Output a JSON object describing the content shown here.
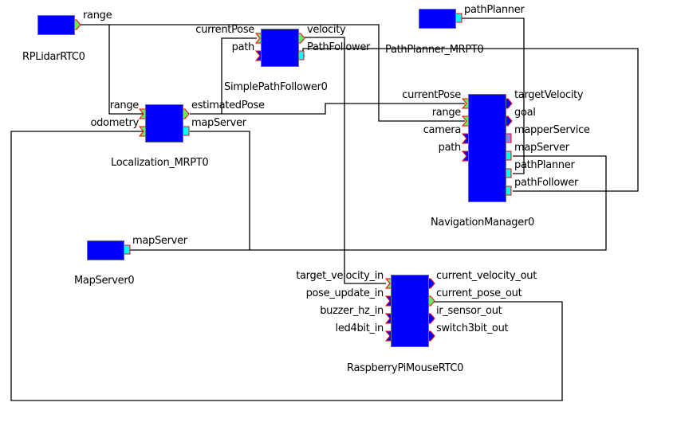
{
  "colors": {
    "component_body": "#0000ff",
    "component_border": "#707090",
    "connected_dataport": "#66ee66",
    "unconnected_dataport": "#0000ff",
    "service_port_connected": "#00ffff",
    "service_port_unconnected": "#8888ff",
    "port_border": "#ff0000",
    "wire": "#000000"
  },
  "components": {
    "rplidar": {
      "name": "RPLidarRTC0",
      "outports": [
        "range"
      ]
    },
    "pathplanner": {
      "name": "PathPlanner_MRPT0",
      "serviceports": [
        "pathPlanner"
      ]
    },
    "simplepathfollower": {
      "name": "SimplePathFollower0",
      "inports": [
        "currentPose",
        "path"
      ],
      "outports": [
        "velocity"
      ],
      "serviceports": [
        "PathFollower"
      ]
    },
    "localization": {
      "name": "Localization_MRPT0",
      "inports": [
        "range",
        "odometry"
      ],
      "outports": [
        "estimatedPose"
      ],
      "serviceports": [
        "mapServer"
      ]
    },
    "navigation": {
      "name": "NavigationManager0",
      "inports": [
        "currentPose",
        "range",
        "camera",
        "path"
      ],
      "outports": [
        "targetVelocity",
        "goal"
      ],
      "serviceports": [
        "mapperService",
        "mapServer",
        "pathPlanner",
        "pathFollower"
      ]
    },
    "mapserver": {
      "name": "MapServer0",
      "serviceports": [
        "mapServer"
      ]
    },
    "raspimouse": {
      "name": "RaspberryPiMouseRTC0",
      "inports": [
        "target_velocity_in",
        "pose_update_in",
        "buzzer_hz_in",
        "led4bit_in"
      ],
      "outports": [
        "current_velocity_out",
        "current_pose_out",
        "ir_sensor_out",
        "switch3bit_out"
      ]
    }
  },
  "connections": [
    {
      "from": "RPLidarRTC0.range",
      "to": "Localization_MRPT0.range"
    },
    {
      "from": "RPLidarRTC0.range",
      "to": "NavigationManager0.range"
    },
    {
      "from": "Localization_MRPT0.estimatedPose",
      "to": "SimplePathFollower0.currentPose"
    },
    {
      "from": "Localization_MRPT0.estimatedPose",
      "to": "NavigationManager0.currentPose"
    },
    {
      "from": "SimplePathFollower0.velocity",
      "to": "RaspberryPiMouseRTC0.target_velocity_in"
    },
    {
      "from": "SimplePathFollower0.PathFollower",
      "to": "NavigationManager0.pathFollower"
    },
    {
      "from": "PathPlanner_MRPT0.pathPlanner",
      "to": "NavigationManager0.pathPlanner"
    },
    {
      "from": "Localization_MRPT0.mapServer",
      "to": "MapServer0.mapServer"
    },
    {
      "from": "NavigationManager0.mapServer",
      "to": "MapServer0.mapServer"
    },
    {
      "from": "RaspberryPiMouseRTC0.current_pose_out",
      "to": "Localization_MRPT0.odometry"
    }
  ]
}
